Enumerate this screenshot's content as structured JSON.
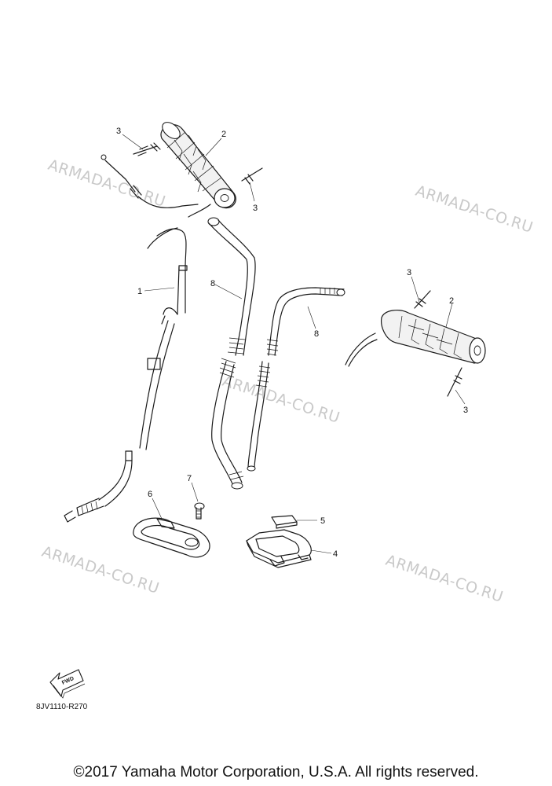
{
  "watermarks": [
    "ARMADA-CO.RU",
    "ARMADA-CO.RU",
    "ARMADA-CO.RU",
    "ARMADA-CO.RU",
    "ARMADA-CO.RU"
  ],
  "callouts": {
    "c1": "1",
    "c2a": "2",
    "c2b": "2",
    "c3a": "3",
    "c3b": "3",
    "c3c": "3",
    "c3d": "3",
    "c4": "4",
    "c5": "5",
    "c6": "6",
    "c7": "7",
    "c8a": "8",
    "c8b": "8"
  },
  "fwd_label": "FWD",
  "diagram_ref": "8JV1110-R270",
  "copyright": "©2017 Yamaha Motor Corporation, U.S.A. All rights reserved."
}
